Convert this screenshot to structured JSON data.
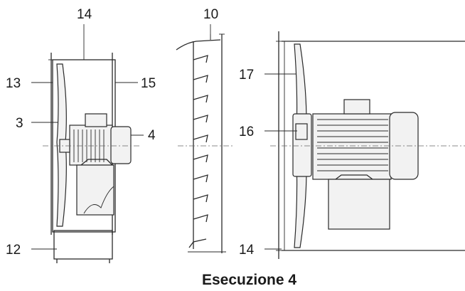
{
  "labels": {
    "n14_top": "14",
    "n10": "10",
    "n13": "13",
    "n15": "15",
    "n17": "17",
    "n3": "3",
    "n4": "4",
    "n16": "16",
    "n12": "12",
    "n14_bottom": "14"
  },
  "caption": "Esecuzione 4"
}
